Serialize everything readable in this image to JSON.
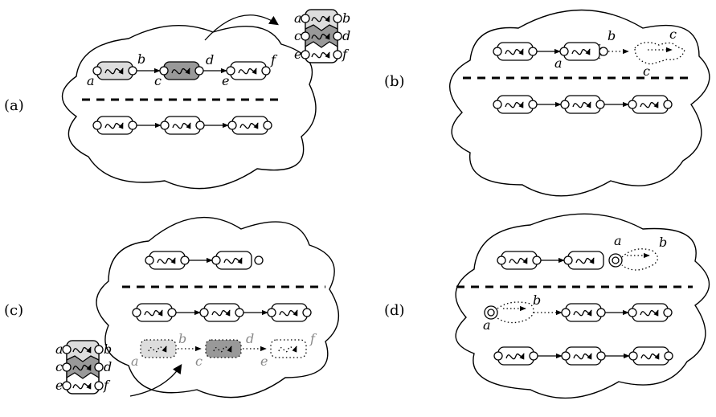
{
  "panels": {
    "a": {
      "label": "(a)"
    },
    "b": {
      "label": "(b)"
    },
    "c": {
      "label": "(c)"
    },
    "d": {
      "label": "(d)"
    }
  },
  "ports": [
    "a",
    "b",
    "c",
    "d",
    "e",
    "f"
  ],
  "colors": {
    "light_fill": "#dddddd",
    "dark_fill": "#999999",
    "gray_text": "#888888",
    "stroke": "#000000"
  },
  "icons": [
    "wave-arrow-icon",
    "curved-arrow-icon",
    "double-circle-icon"
  ]
}
